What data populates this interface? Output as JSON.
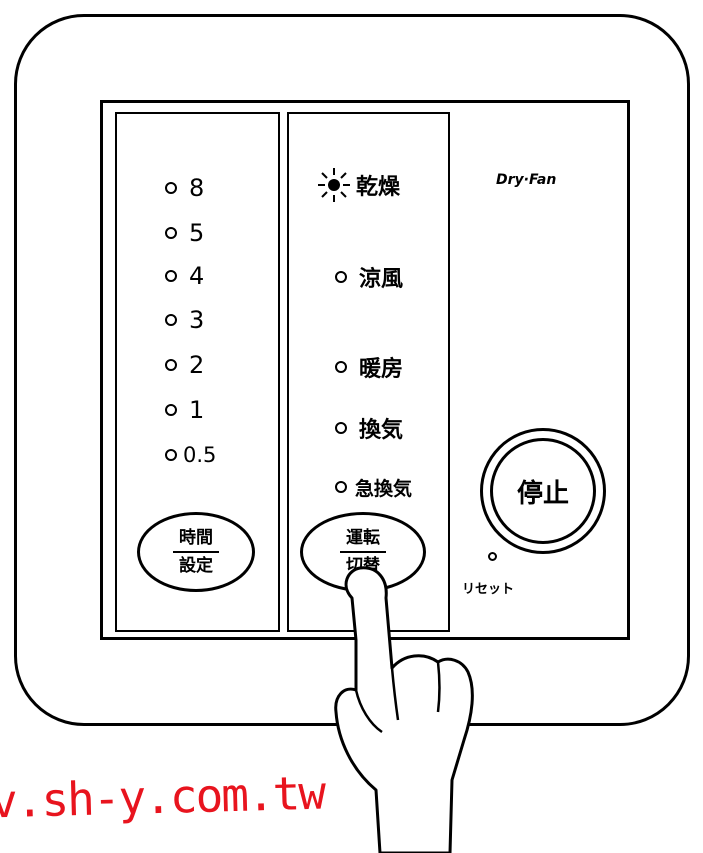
{
  "panel": {
    "brand": "Dry·Fan"
  },
  "timer": {
    "options": [
      "8",
      "5",
      "4",
      "3",
      "2",
      "1",
      "0.5"
    ],
    "button": {
      "top": "時間",
      "bottom": "設定"
    }
  },
  "mode": {
    "options": [
      "乾燥",
      "涼風",
      "暖房",
      "換気",
      "急換気"
    ],
    "active": "乾燥",
    "button": {
      "top": "運転",
      "bottom": "切替"
    }
  },
  "stop": {
    "label": "停止"
  },
  "reset": {
    "label": "リセット"
  },
  "watermark": "v.sh-y.com.tw",
  "icons": {
    "active_indicator": "sun-lit-led-icon",
    "inactive_indicator": "led-off-icon",
    "hand": "pointing-hand-icon"
  }
}
